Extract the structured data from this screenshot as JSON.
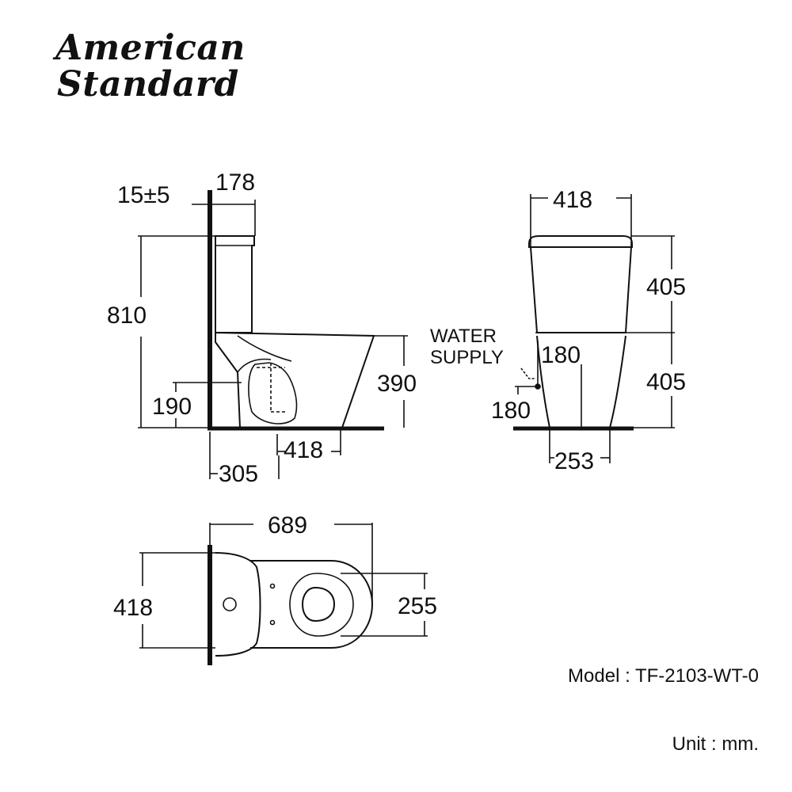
{
  "brand": {
    "line1": "American",
    "line2": "Standard"
  },
  "side_view": {
    "wall_gap": "15±5",
    "tank_depth": "178",
    "total_height": "810",
    "bowl_height": "390",
    "outlet_height": "190",
    "outlet_to_front": "418",
    "wall_to_outlet": "305"
  },
  "front_view": {
    "width": "418",
    "tank_height": "405",
    "bowl_height": "405",
    "supply_label_line1": "WATER",
    "supply_label_line2": "SUPPLY",
    "supply_offset": "180",
    "supply_height": "180",
    "base_width": "253"
  },
  "top_view": {
    "length": "689",
    "width": "418",
    "bowl_width": "255"
  },
  "footer": {
    "model": "Model : TF-2103-WT-0",
    "unit": "Unit : mm."
  }
}
